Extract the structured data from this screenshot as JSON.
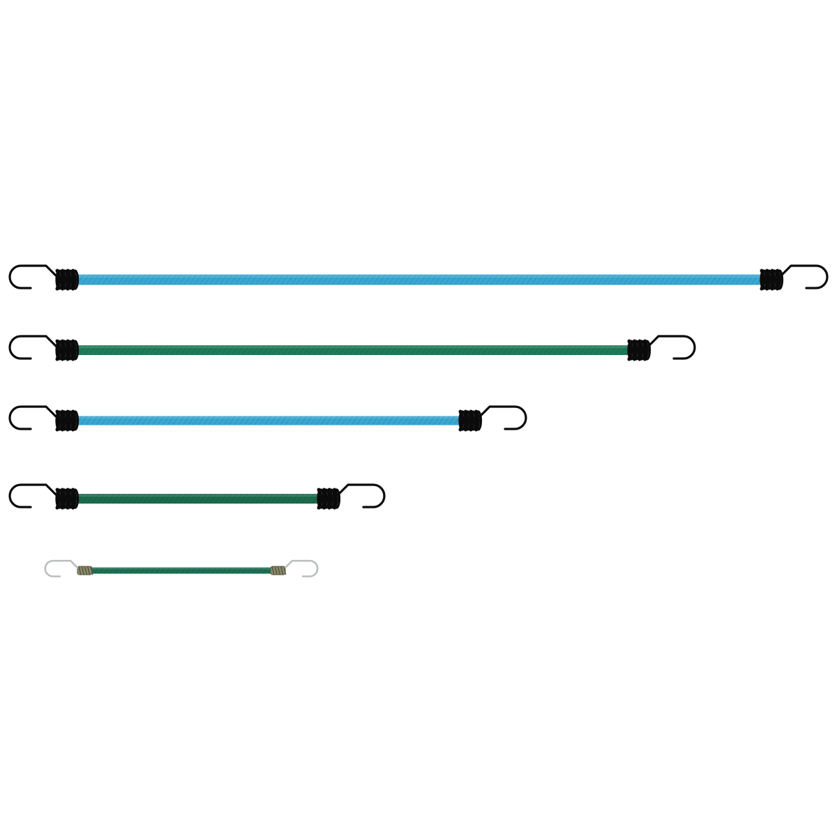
{
  "colors": {
    "background": "#ffffff",
    "hook_black": "#0b0b0b",
    "hook_silver": "#b9bcbd"
  },
  "cords": [
    {
      "name": "bungee-cord-1",
      "cord_color": "#3aa6d2",
      "hook_style": "black"
    },
    {
      "name": "bungee-cord-2",
      "cord_color": "#1f7a5a",
      "hook_style": "black"
    },
    {
      "name": "bungee-cord-3",
      "cord_color": "#3aa6d2",
      "hook_style": "black"
    },
    {
      "name": "bungee-cord-4",
      "cord_color": "#1c6b4e",
      "hook_style": "black"
    },
    {
      "name": "bungee-cord-5",
      "cord_color": "#1d6f52",
      "hook_style": "silver"
    }
  ]
}
